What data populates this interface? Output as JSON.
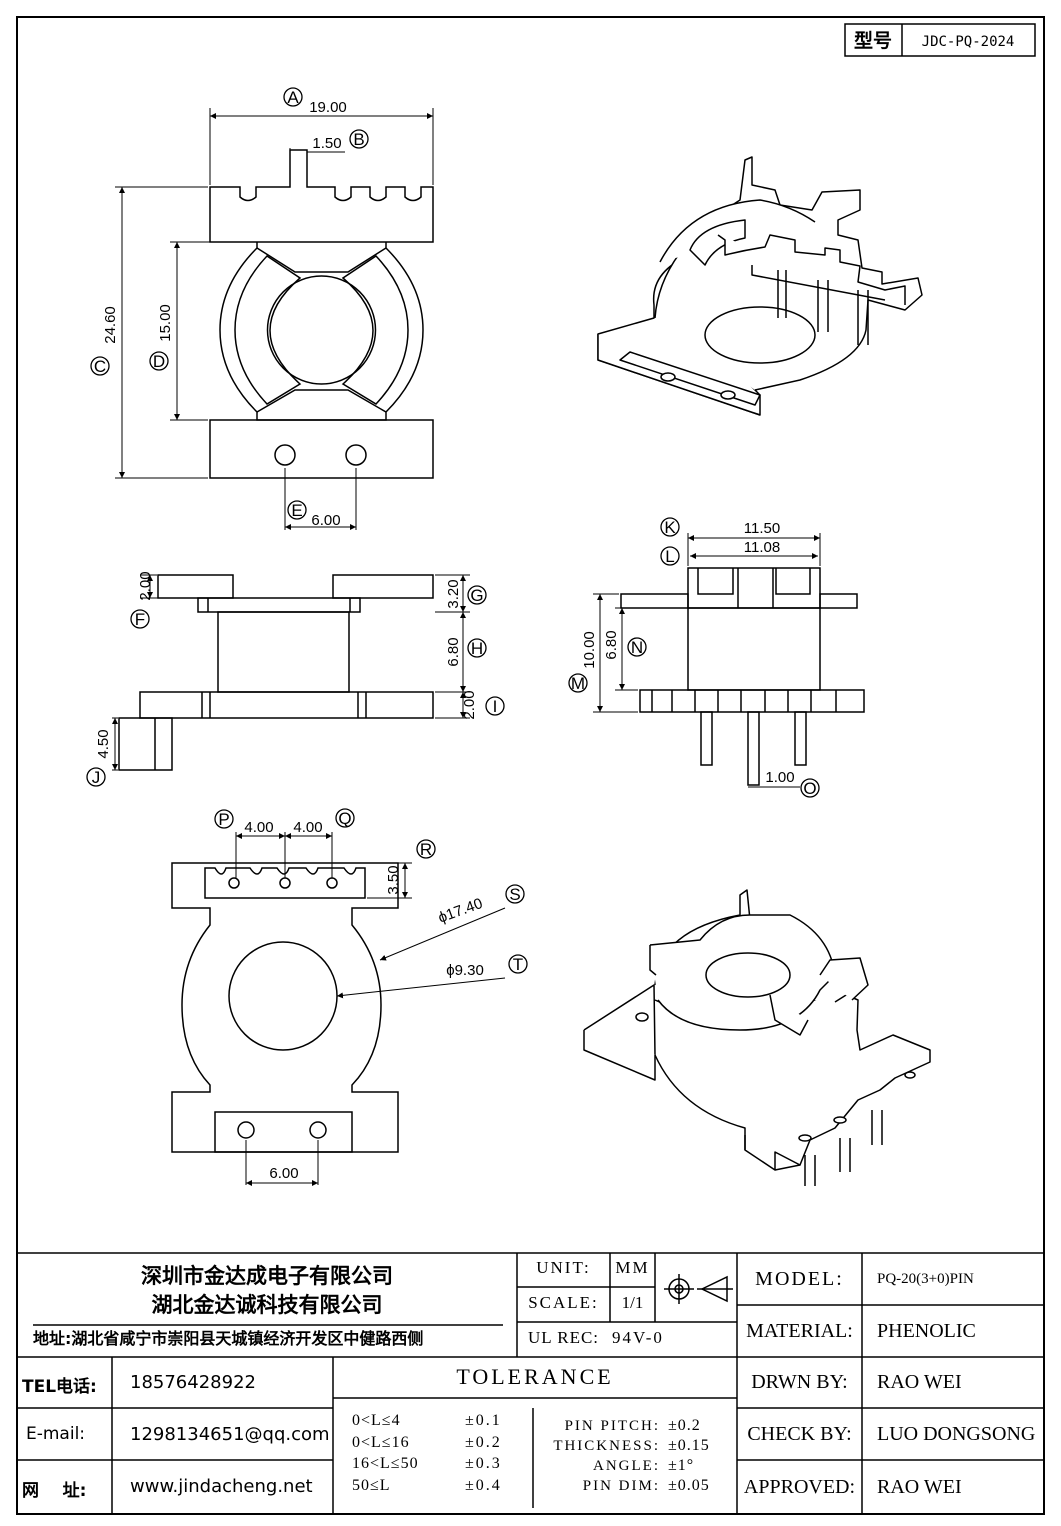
{
  "part_number": {
    "label": "型号",
    "value": "JDC-PQ-2024"
  },
  "dimensions": {
    "A": "19.00",
    "B": "1.50",
    "C": "24.60",
    "D": "15.00",
    "E": "6.00",
    "F": "2.00",
    "G": "3.20",
    "H": "6.80",
    "I": "2.00",
    "J": "4.50",
    "K": "11.50",
    "L": "11.08",
    "M": "10.00",
    "N": "6.80",
    "O": "1.00",
    "P": "4.00",
    "Q": "4.00",
    "R": "3.50",
    "S": "ϕ17.40",
    "T": "ϕ9.30",
    "bottom_pin": "6.00"
  },
  "company": {
    "name1": "深圳市金达成电子有限公司",
    "name2": "湖北金达诚科技有限公司",
    "address": "地址:湖北省咸宁市崇阳县天城镇经济开发区中健路西侧"
  },
  "spec": {
    "unit_label": "UNIT:",
    "unit_value": "MM",
    "scale_label": "SCALE:",
    "scale_value": "1/1",
    "ulrec_label": "UL REC:",
    "ulrec_value": "94V-0"
  },
  "contact": {
    "tel_label": "TEL电话:",
    "tel": "18576428922",
    "email_label": "E-mail:",
    "email": "1298134651@qq.com",
    "web_label": "网    址:",
    "web": "www.jindacheng.net"
  },
  "tolerance": {
    "title": "TOLERANCE",
    "ranges": [
      {
        "range": "0<L≤4",
        "value": "±0.1"
      },
      {
        "range": "0<L≤16",
        "value": "±0.2"
      },
      {
        "range": "16<L≤50",
        "value": "±0.3"
      },
      {
        "range": "50≤L",
        "value": "±0.4"
      }
    ],
    "specs": [
      {
        "label": "PIN PITCH:",
        "value": "±0.2"
      },
      {
        "label": "THICKNESS:",
        "value": "±0.15"
      },
      {
        "label": "ANGLE:",
        "value": "±1°"
      },
      {
        "label": "PIN DIM:",
        "value": "±0.05"
      }
    ]
  },
  "info": {
    "model_label": "MODEL:",
    "model": "PQ-20(3+0)PIN",
    "material_label": "MATERIAL:",
    "material": "PHENOLIC",
    "drawn_label": "DRWN BY:",
    "drawn": "RAO WEI",
    "check_label": "CHECK BY:",
    "check": "LUO DONGSONG",
    "approved_label": "APPROVED:",
    "approved": "RAO WEI"
  }
}
